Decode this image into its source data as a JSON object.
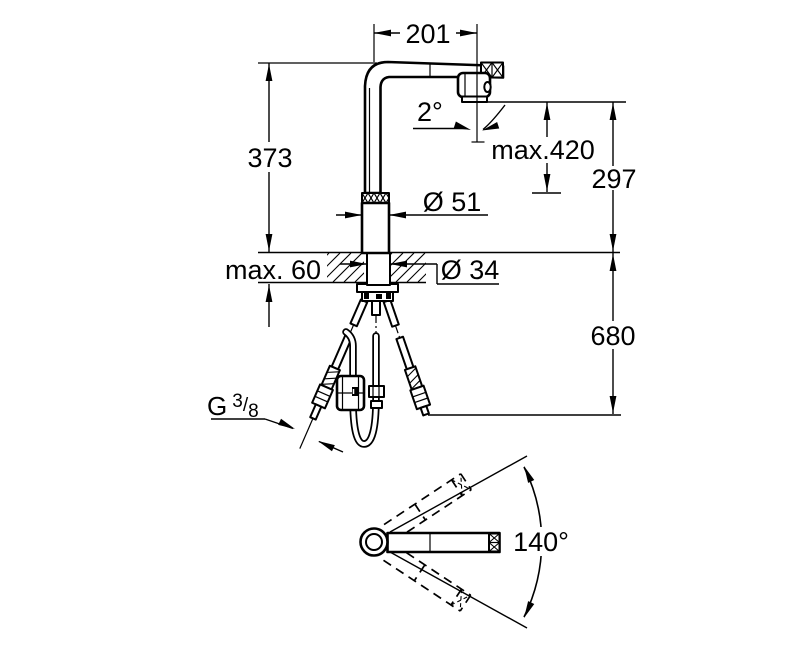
{
  "drawing": {
    "line_color": "#000000",
    "background": "#ffffff",
    "dimensions": {
      "spout_reach": "201",
      "tilt_angle": "2°",
      "height_above_deck": "373",
      "max_extension": "max.420",
      "outlet_height": "297",
      "body_diameter": "Ø 51",
      "max_deck_thickness": "max. 60",
      "hole_diameter": "Ø 34",
      "hose_length": "680",
      "swivel_angle": "140°",
      "thread_prefix": "G",
      "thread_numerator": "3",
      "thread_slash": "/",
      "thread_denominator": "8"
    }
  }
}
